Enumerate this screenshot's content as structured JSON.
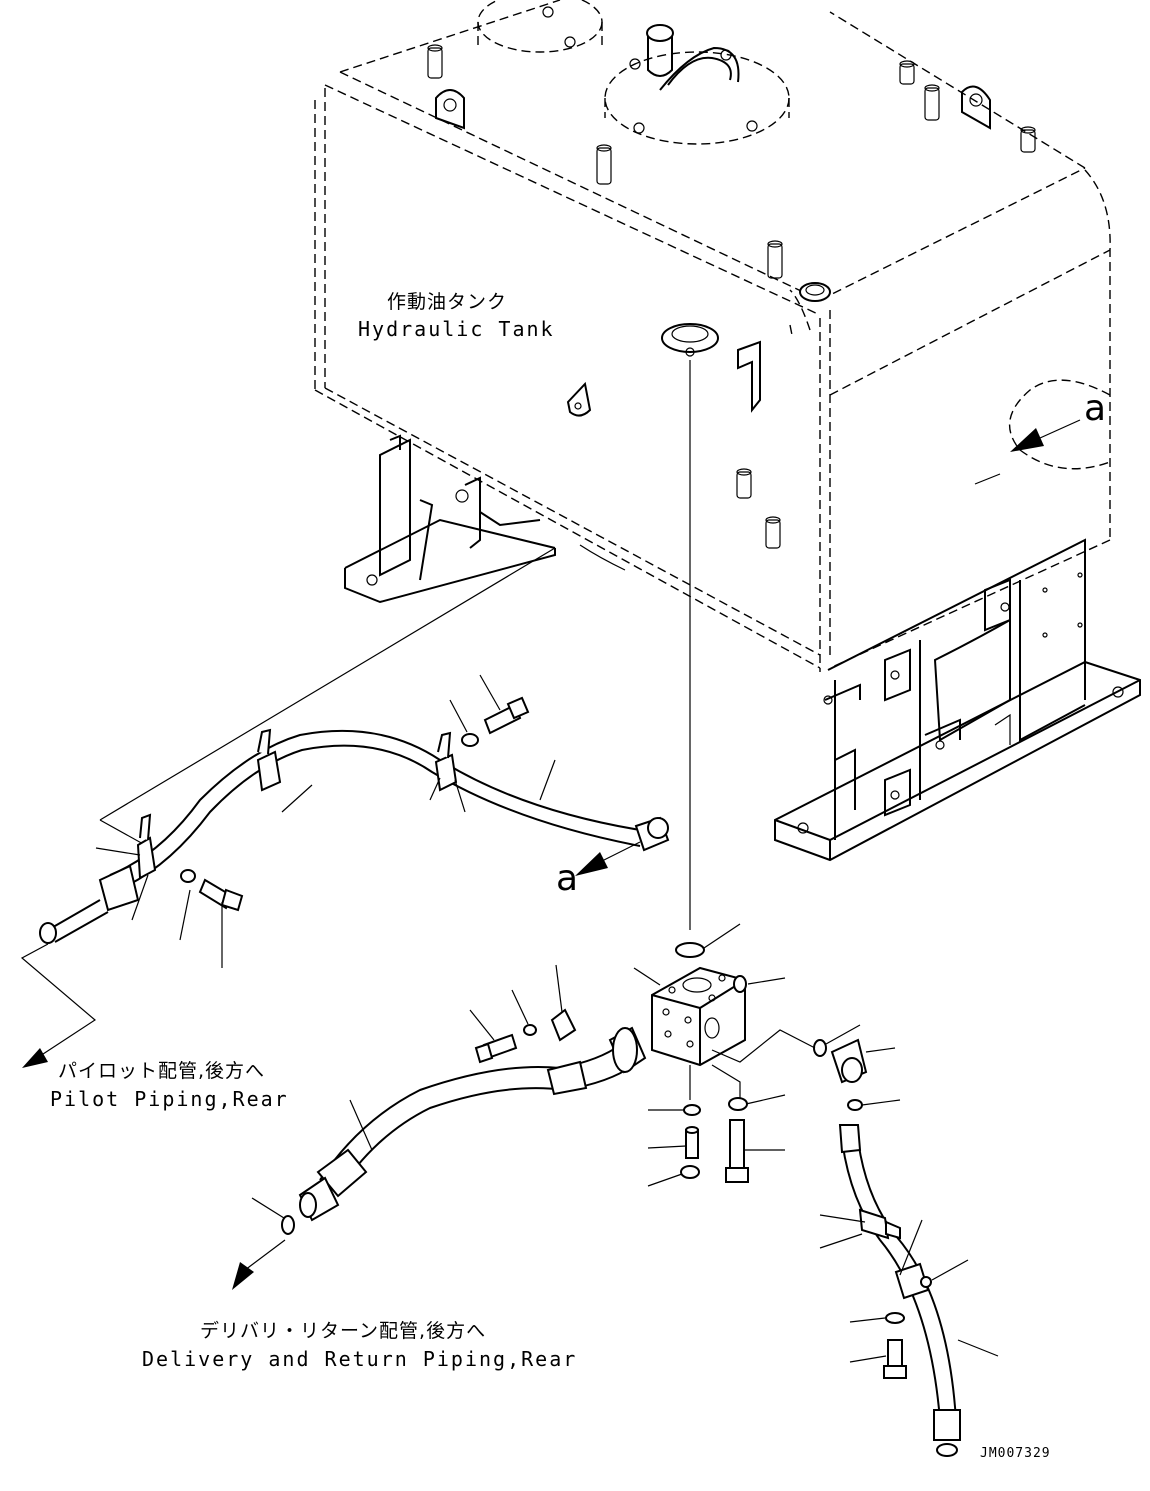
{
  "labels": {
    "hydraulic_tank_jp": "作動油タンク",
    "hydraulic_tank_en": "Hydraulic Tank",
    "pilot_piping_jp": "パイロット配管,後方へ",
    "pilot_piping_en": "Pilot Piping,Rear",
    "delivery_return_jp": "デリバリ・リターン配管,後方へ",
    "delivery_return_en": "Delivery and Return Piping,Rear",
    "view_a_upper": "a",
    "view_a_lower": "a",
    "drawing_number": "JM007329"
  },
  "colors": {
    "line": "#000000",
    "background": "#ffffff"
  }
}
